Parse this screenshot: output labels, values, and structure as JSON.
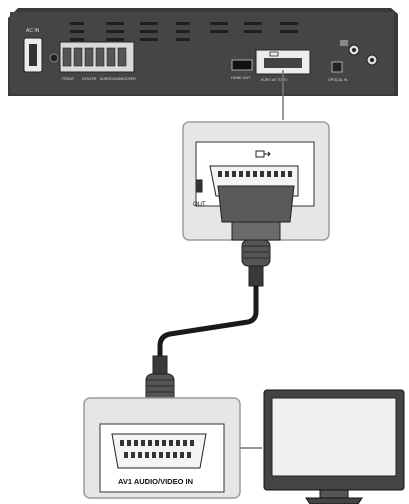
{
  "rear_panel": {
    "ac_label": "AC IN",
    "hdmi_label": "HDMI OUT",
    "scart_label": "EURO AV TO TV",
    "optical_label": "OPTICAL IN",
    "speaker_labels": [
      "FRONT",
      "CENTER",
      "SURROUND",
      "WOOFER"
    ]
  },
  "zoom_top": {
    "out_label": "OUT"
  },
  "zoom_bottom": {
    "scart_in_label": "AV1 AUDIO/VIDEO IN"
  },
  "colors": {
    "device_body": "#3a3a3a",
    "zoom_panel": "#e6e6e6",
    "connector": "#555555",
    "cable": "#1a1a1a"
  }
}
